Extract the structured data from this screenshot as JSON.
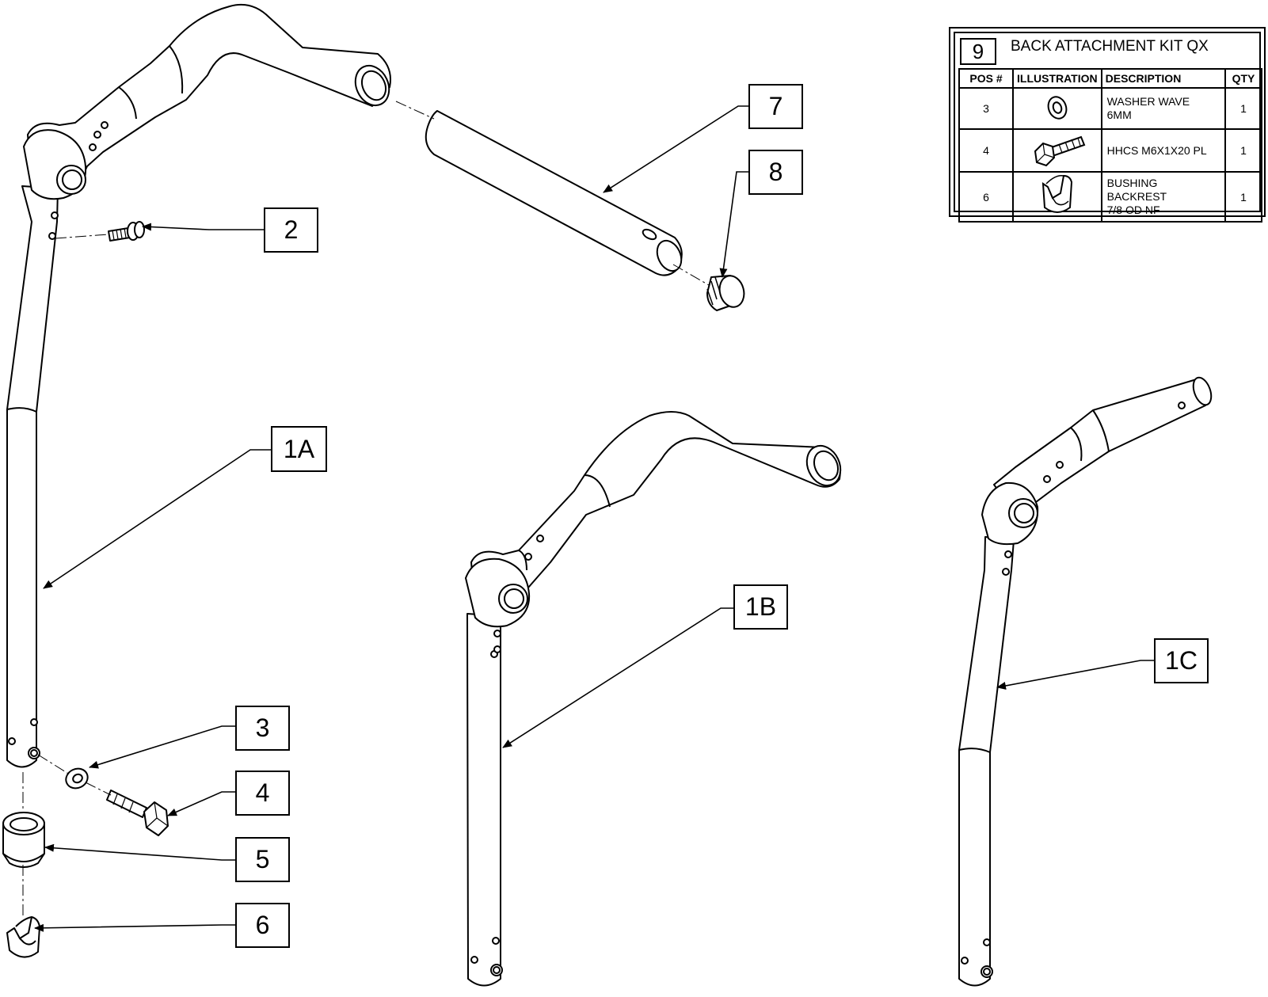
{
  "callouts": {
    "c2": "2",
    "c1a": "1A",
    "c3": "3",
    "c4": "4",
    "c5": "5",
    "c6": "6",
    "c7": "7",
    "c8": "8",
    "c1b": "1B",
    "c1c": "1C"
  },
  "kit": {
    "number": "9",
    "title": "BACK ATTACHMENT KIT QX",
    "headers": {
      "pos": "POS #",
      "illustration": "ILLUSTRATION",
      "description": "DESCRIPTION",
      "qty": "QTY"
    },
    "rows": [
      {
        "pos": "3",
        "icon": "wave-washer-icon",
        "desc1": "WASHER WAVE",
        "desc2": "6MM",
        "qty": "1"
      },
      {
        "pos": "4",
        "icon": "hex-bolt-icon",
        "desc1": "HHCS M6X1X20 PL",
        "desc2": "",
        "qty": "1"
      },
      {
        "pos": "6",
        "icon": "bushing-icon",
        "desc1": "BUSHING BACKREST",
        "desc2": "7/8 OD NF",
        "qty": "1"
      }
    ]
  },
  "parts": [
    "backrest-cane-1a",
    "backrest-cane-1b",
    "backrest-cane-1c",
    "push-handle-grip-7",
    "end-plug-8",
    "screw-2",
    "wave-washer-3",
    "hex-bolt-4",
    "spacer-5",
    "bushing-6"
  ]
}
